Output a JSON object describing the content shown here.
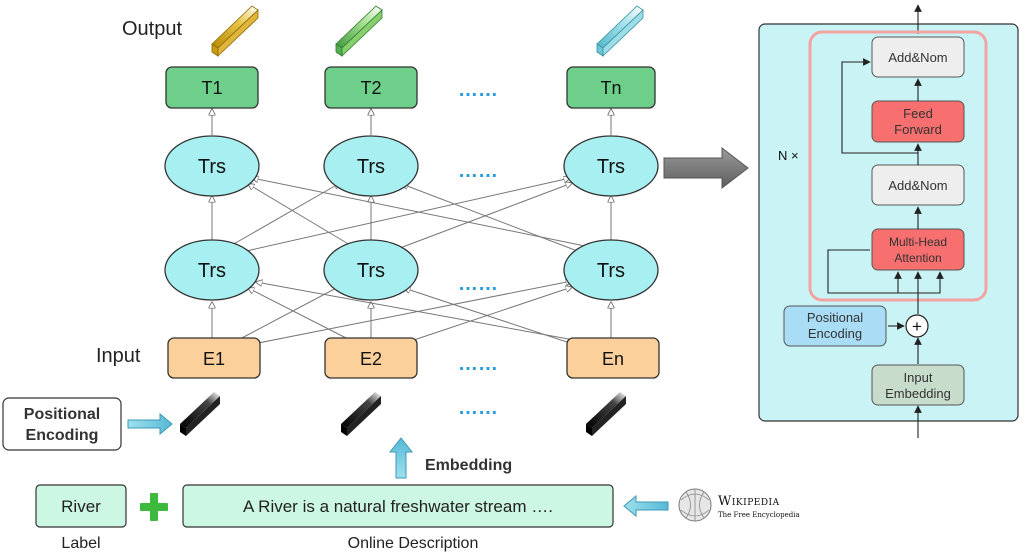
{
  "left": {
    "output_label": "Output",
    "input_label": "Input",
    "t_nodes": [
      "T1",
      "T2",
      "Tn"
    ],
    "trs_label": "Trs",
    "e_nodes": [
      "E1",
      "E2",
      "En"
    ],
    "ellipsis": "……",
    "positional_encoding": [
      "Positional",
      "Encoding"
    ],
    "embedding_label": "Embedding",
    "river_box": "River",
    "river_caption": "Label",
    "description_box": "A River is a natural freshwater stream ….",
    "description_caption": "Online Description",
    "wikipedia_title": "Wikipedia",
    "wikipedia_subtitle": "The Free Encyclopedia"
  },
  "right": {
    "n_times": "N ×",
    "add_norm": "Add&Nom",
    "feed_forward": [
      "Feed",
      "Forward"
    ],
    "multi_head": [
      "Multi-Head",
      "Attention"
    ],
    "positional_encoding": [
      "Positional",
      "Encoding"
    ],
    "input_embedding": [
      "Input",
      "Embedding"
    ],
    "plus_symbol": "+"
  },
  "colors": {
    "green_box": "#6dcf8a",
    "trs_fill": "#a8eff2",
    "input_box": "#fcd09a",
    "panel_bg": "#c9f3f5",
    "red_box": "#f76f6f",
    "gray_box": "#eeeeee",
    "embed_box": "#c8dccb",
    "plus_green": "#3dba3d",
    "dots_blue": "#2a9de0",
    "pink_border": "#f4a3a3"
  }
}
